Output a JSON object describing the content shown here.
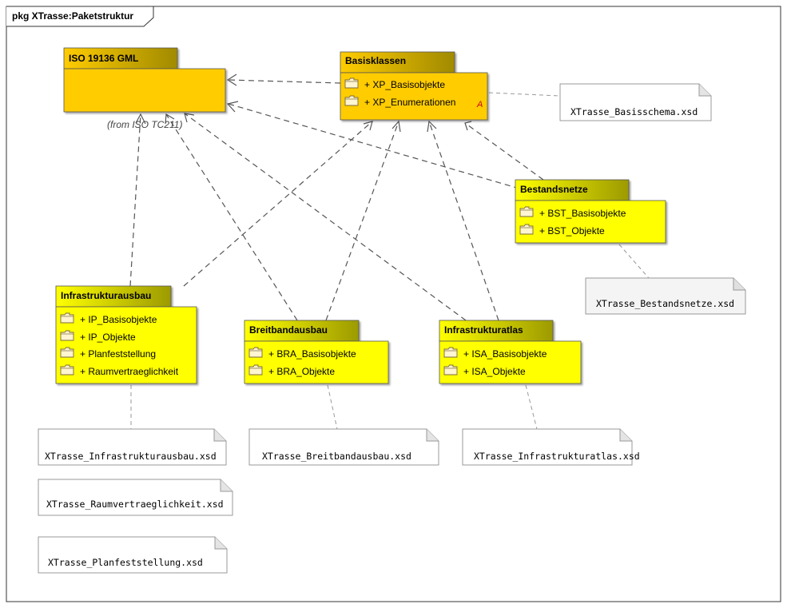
{
  "frame": {
    "title": "pkg XTrasse:Paketstruktur"
  },
  "packages": {
    "iso": {
      "title": "ISO 19136 GML",
      "from": "(from ISO TC211)",
      "items": []
    },
    "basis": {
      "title": "Basisklassen",
      "items": [
        "+ XP_Basisobjekte",
        "+ XP_Enumerationen"
      ],
      "marker": "A"
    },
    "bestand": {
      "title": "Bestandsnetze",
      "items": [
        "+ BST_Basisobjekte",
        "+ BST_Objekte"
      ]
    },
    "ausbau": {
      "title": "Infrastrukturausbau",
      "items": [
        "+ IP_Basisobjekte",
        "+ IP_Objekte",
        "+ Planfeststellung",
        "+ Raumvertraeglichkeit"
      ]
    },
    "breitband": {
      "title": "Breitbandausbau",
      "items": [
        "+ BRA_Basisobjekte",
        "+ BRA_Objekte"
      ]
    },
    "atlas": {
      "title": "Infrastrukturatlas",
      "items": [
        "+ ISA_Basisobjekte",
        "+ ISA_Objekte"
      ]
    }
  },
  "notes": {
    "basisschema": "XTrasse_Basisschema.xsd",
    "bestandsnetze": "XTrasse_Bestandsnetze.xsd",
    "infrastrukturausbau": "XTrasse_Infrastrukturausbau.xsd",
    "raumvertraeglichkeit": "XTrasse_Raumvertraeglichkeit.xsd",
    "planfeststellung": "XTrasse_Planfeststellung.xsd",
    "breitbandausbau": "XTrasse_Breitbandausbau.xsd",
    "infrastrukturatlas": "XTrasse_Infrastrukturatlas.xsd"
  },
  "colors": {
    "package_orange": "#FFCC00",
    "package_yellow": "#FFFF00",
    "tab_gradient_end": "#A09A00",
    "note_fill": "#FFFFFF",
    "note_fill_grey": "#F4F4F4",
    "marker": "#CC0000"
  }
}
